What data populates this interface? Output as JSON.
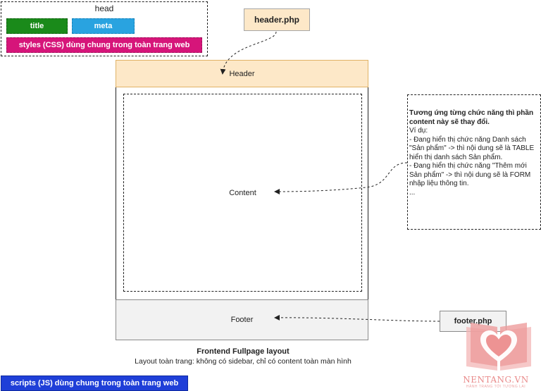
{
  "head": {
    "label": "head",
    "title_label": "title",
    "meta_label": "meta",
    "styles_label": "styles (CSS) dùng chung trong toàn trang web"
  },
  "header_php": "header.php",
  "footer_php": "footer.php",
  "regions": {
    "header": "Header",
    "content": "Content",
    "footer": "Footer"
  },
  "note": {
    "title": "Tương ứng từng chức năng thì phần content này sẽ thay đổi.",
    "body": "Ví dụ:\n- Đang hiển thị chức năng Danh sách \"Sản phẩm\" -> thì nội dung sẽ là TABLE hiển thị danh sách Sản phẩm.\n- Đang hiển thị chức năng \"Thêm mới Sản phẩm\" -> thì nội dung sẽ là FORM nhập liệu thông tin.\n..."
  },
  "caption": {
    "title": "Frontend Fullpage layout",
    "subtitle": "Layout toàn trang: không có sidebar, chỉ có content toàn màn hình"
  },
  "scripts_label": "scripts (JS) dùng chung trong toàn trang web",
  "logo": {
    "name": "NENTANG.VN",
    "tagline": "HÀNH TRANG TỚI TƯƠNG LAI"
  },
  "colors": {
    "title_green": "#1a8a1a",
    "meta_blue": "#29a3e0",
    "styles_pink": "#d6157a",
    "header_peach": "#fde8c8",
    "footer_gray": "#f2f2f2",
    "scripts_blue": "#1f3fd8",
    "logo_pink": "#e98a8a"
  }
}
